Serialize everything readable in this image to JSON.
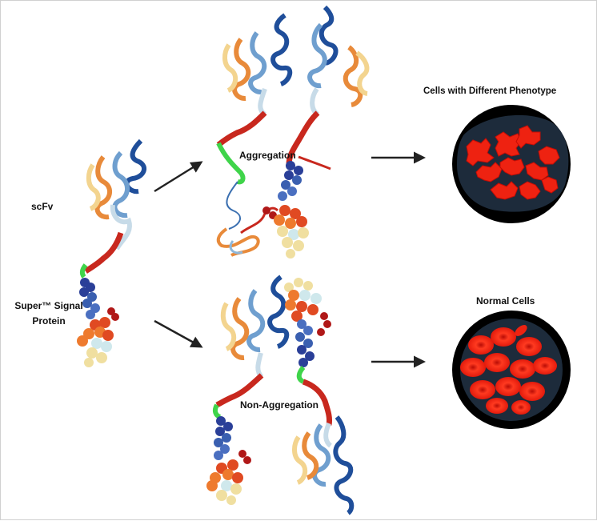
{
  "labels": {
    "scfv": "scFv",
    "super_signal": "Super™ Signal Protein",
    "aggregation": "Aggregation",
    "non_aggregation": "Non-Aggregation",
    "cells_different": "Cells with Different Phenotype",
    "normal_cells": "Normal Cells"
  },
  "colors": {
    "helix_blue_dark": "#1f4e9a",
    "helix_blue_light": "#8fb7d9",
    "helix_pale": "#e8ecd2",
    "helix_orange": "#e88a3a",
    "helix_cream": "#f3d48f",
    "linker_red": "#c8281e",
    "linker_green": "#3fd44a",
    "blob_navy": "#2a3f98",
    "blob_red": "#e04a22",
    "blob_orange": "#ee7a2e",
    "blob_yellow": "#f0dfa0",
    "blob_cyan": "#cfe8ec",
    "dish_outer": "#000000",
    "dish_inner": "#1d2b3b",
    "rbc_red": "#ee2211",
    "arrow": "#222222"
  }
}
